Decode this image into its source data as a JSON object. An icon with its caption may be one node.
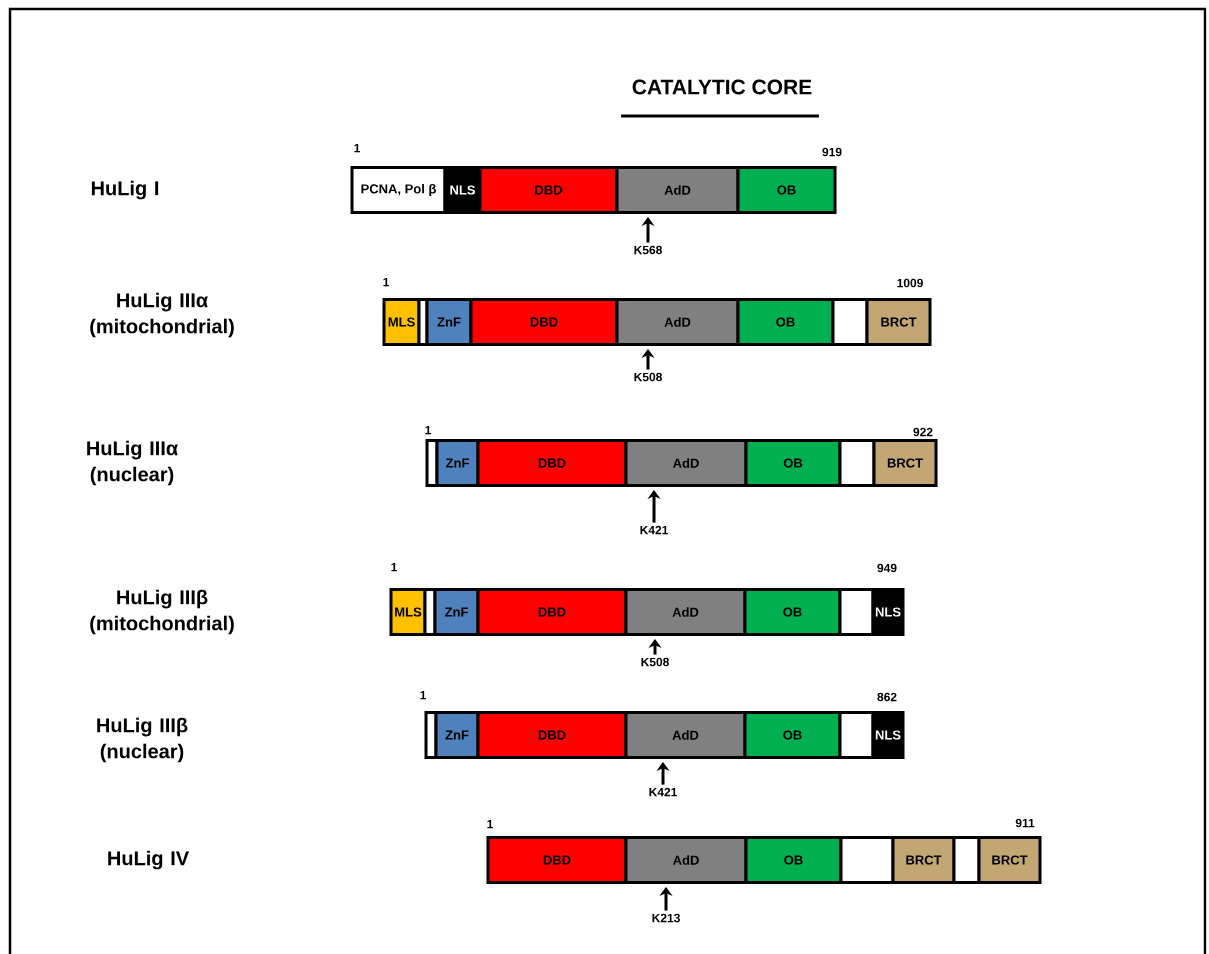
{
  "diagram": {
    "nodes": [
      {
        "text": [
          "PCNA, Pol β"
        ]
      },
      {
        "text": [
          "NLS"
        ]
      },
      {
        "text": [
          "DBD"
        ]
      },
      {
        "text": [
          "AdD"
        ]
      },
      {
        "text": [
          "OB"
        ]
      },
      {
        "text": [
          "K568"
        ]
      },
      {
        "text": [
          "MLS"
        ]
      },
      {
        "text": [],
        "shape": "box"
      },
      {
        "text": [
          "ZnF"
        ]
      },
      {
        "text": [
          "DBD"
        ]
      },
      {
        "text": [
          "AdD"
        ]
      },
      {
        "text": [
          "OB"
        ]
      },
      {
        "text": [],
        "shape": "box"
      },
      {
        "text": [
          "BRCT"
        ]
      },
      {
        "text": [
          "K508"
        ]
      },
      {
        "text": [],
        "shape": "box"
      },
      {
        "text": [
          "ZnF"
        ]
      },
      {
        "text": [
          "DBD"
        ]
      },
      {
        "text": [
          "AdD"
        ]
      },
      {
        "text": [
          "OB"
        ]
      },
      {
        "text": [],
        "shape": "box"
      },
      {
        "text": [
          "BRCT"
        ]
      },
      {
        "text": [
          "K421"
        ]
      },
      {
        "text": [
          "MLS"
        ]
      },
      {
        "text": [],
        "shape": "box"
      },
      {
        "text": [
          "ZnF"
        ]
      },
      {
        "text": [
          "DBD"
        ]
      },
      {
        "text": [
          "AdD"
        ]
      },
      {
        "text": [
          "OB"
        ]
      },
      {
        "text": [],
        "shape": "box"
      },
      {
        "text": [
          "NLS"
        ]
      },
      {
        "text": [
          "K508"
        ]
      },
      {
        "text": [],
        "shape": "box"
      },
      {
        "text": [
          "ZnF"
        ]
      },
      {
        "text": [
          "DBD"
        ]
      },
      {
        "text": [
          "AdD"
        ]
      },
      {
        "text": [
          "OB"
        ]
      },
      {
        "text": [],
        "shape": "box"
      },
      {
        "text": [
          "NLS"
        ]
      },
      {
        "text": [
          "K421"
        ]
      },
      {
        "text": [
          "DBD"
        ]
      },
      {
        "text": [
          "AdD"
        ]
      },
      {
        "text": [
          "OB"
        ]
      },
      {
        "text": [],
        "shape": "box"
      },
      {
        "text": [
          "BRCT"
        ]
      },
      {
        "text": [],
        "shape": "box"
      },
      {
        "text": [
          "BRCT"
        ]
      },
      {
        "text": [
          "K213"
        ]
      }
    ],
    "edges": [
      {
        "from": 5,
        "to": 3,
        "arrow": "to"
      },
      {
        "from": 14,
        "to": 10,
        "arrow": "to"
      },
      {
        "from": 22,
        "to": 18,
        "arrow": "to"
      },
      {
        "from": 31,
        "to": 27,
        "arrow": "to"
      },
      {
        "from": 39,
        "to": 35,
        "arrow": "to"
      },
      {
        "from": 47,
        "to": 41,
        "arrow": "to"
      }
    ],
    "labels": [
      "CATALYTIC CORE",
      "HuLig I",
      "1",
      "919",
      "HuLig IIIα (mitochondrial)",
      "1",
      "1009",
      "HuLig IIIα (nuclear)",
      "1",
      "922",
      "HuLig IIIβ (mitochondrial)",
      "1",
      "949",
      "HuLig IIIβ (nuclear)",
      "1",
      "862",
      "HuLig IV",
      "1",
      "911"
    ]
  }
}
